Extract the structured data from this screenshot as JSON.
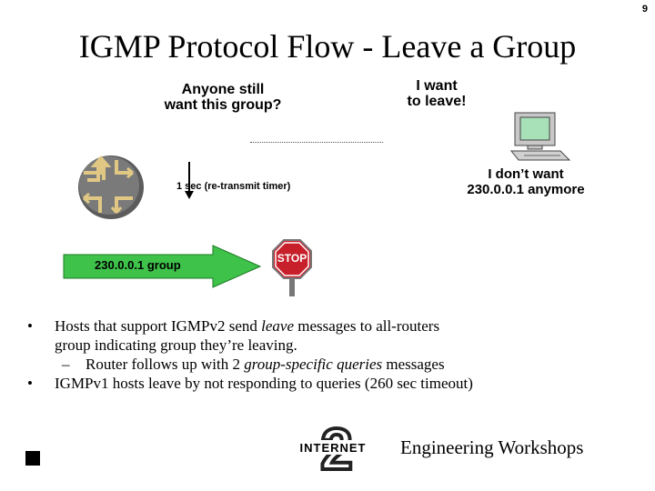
{
  "slide": {
    "page_number": "9",
    "title": "IGMP Protocol Flow - Leave a Group"
  },
  "diagram": {
    "query_bubble_line1": "Anyone still",
    "query_bubble_line2": "want this group?",
    "host_bubble_line1": "I want",
    "host_bubble_line2": "to leave!",
    "host_msg_line1": "I don’t want",
    "host_msg_line2": "230.0.0.1 anymore",
    "timer_label": "1 sec (re-transmit timer)",
    "group_arrow_label": "230.0.0.1 group",
    "stop_sign_text": "STOP"
  },
  "bullets": {
    "b1_pre": "Hosts that support IGMPv2 send ",
    "b1_em": "leave",
    "b1_post": " messages to all-routers",
    "b1_line2": "group indicating group they’re leaving.",
    "sub1_pre": "Router follows up with 2 ",
    "sub1_em": "group-specific queries",
    "sub1_post": " messages",
    "b2": "IGMPv1 hosts leave by not responding to queries (260 sec timeout)"
  },
  "footer": {
    "logo_text": "INTERNET",
    "logo_digit": "2",
    "label": "Engineering Workshops"
  },
  "colors": {
    "router_body": "#6e6e6e",
    "router_arrows": "#e0c884",
    "arrow_green": "#3ec24a",
    "stop_red": "#c8202a",
    "monitor_body": "#c8c8c8",
    "screen_green": "#a8e0b8"
  }
}
